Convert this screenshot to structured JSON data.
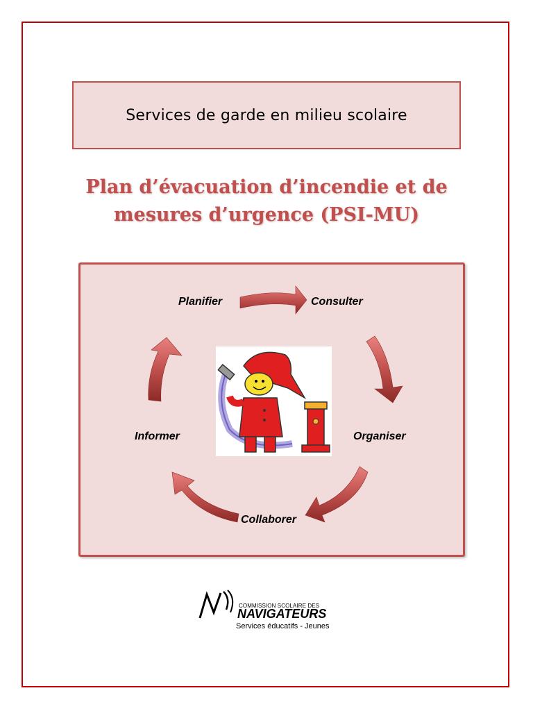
{
  "header": {
    "text": "Services de garde en milieu scolaire"
  },
  "title": {
    "line1": "Plan d’évacuation d’incendie et de",
    "line2": "mesures d’urgence (PSI-MU)"
  },
  "cycle": {
    "steps": [
      "Planifier",
      "Consulter",
      "Organiser",
      "Collaborer",
      "Informer"
    ]
  },
  "mascot": {
    "icon": "firefighter-with-hydrant-icon"
  },
  "logo": {
    "line1": "COMMISSION SCOLAIRE DES",
    "line2": "NAVIGATEURS",
    "line3": "Services éducatifs - Jeunes"
  },
  "colors": {
    "frame": "#c00000",
    "accent": "#c0504d",
    "panel": "#f2dcdb"
  }
}
